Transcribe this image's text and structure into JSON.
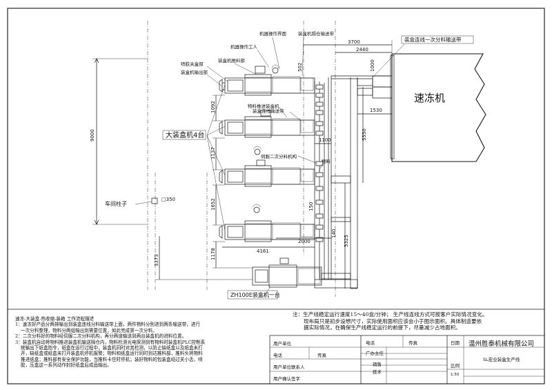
{
  "labels": {
    "machine_ui": "机器操作界面",
    "conveyor_top": "装盒机隔仓输送带",
    "operator": "机器操作工人",
    "pusher": "装盒机推料部",
    "glue": "喷胶关盒部",
    "outlet": "装盒机输出部",
    "material_push": "物料推进装盒机",
    "conveyor_line": "装盒连线输送带",
    "big_machine": "大装盒机4台",
    "servo_split": "伺服二次分料机构",
    "material": "物料",
    "column": "车间柱子",
    "small_machine": "ZH100E装盒机一台",
    "primary_split": "装盒连线一次分料输送带",
    "freezer": "速冻机"
  },
  "dims": {
    "d3700": "3700",
    "d2440": "2440",
    "d1000": "1000",
    "d502": "502",
    "d1530": "1530",
    "d5550": "5550",
    "d1100": "1100",
    "d9000": "9000",
    "d1092": "1092",
    "d1137": "1137",
    "d350": "□350",
    "d1652": "1652",
    "d150": "150",
    "d2000": "2000",
    "d140": "140",
    "d4161": "4161",
    "d5325": "5325",
    "d1178": "1178",
    "d3373": "3373"
  },
  "notes_left": {
    "title": "速冻-大装盒-热收缩-装箱 工作流程描述",
    "l1": "1：速冻好产品分两排输出到装盒连线分料输送带上面，两件物料分别进到两条输送带，进行",
    "l1b": "一次分料整理，物料分两组输出到需要位置，如此完成第一次分料。",
    "l2": "2：二次分料好的物料经伺服二次分料机构，再分两道输送到两台装盒机的进料位置。",
    "l3": "3：装盒机自动将物料推进装盒机输送隔仓内，物料检测光电探测到有物料时装盒机PLC控制系",
    "l3b": "统输出下纸盒指令，纸盒在运行过程中，装盒机同时对其检测，以防止缺纸盒以及纸盒未打",
    "l3c": "开，缺纸盒或纸盒未打开装盒机停机报警；物料和纸盒运行同时到达推料部，推料头将物料",
    "l3d": "推进纸盒；推料部有安全保护功能，当推料卡住时停机；装好物料的包装盒经过关小舌，喷",
    "l3e": "胶，压盒这一系列动作封好纸盒后成品输出。"
  },
  "notes_right": {
    "l1": "注：生产线稳定运行速度15～40盒/分钟；  生产线连线方式可按客户实际情况变化。",
    "l2": "现布局只是初步设想尺寸，实际使用面积应该会小于图示面积。具体制造要依",
    "l3": "据实际情况，在确保生产线稳定运行的前提下，尽量减少占地面积。"
  },
  "title_block": {
    "user_unit": "用户单位",
    "phone": "电话",
    "fax": "传真",
    "user_contact": "用户单位联系人",
    "user_sign": "用户确认签字",
    "phone2": "电话",
    "fax2": "传真",
    "factory_director": "广办主任",
    "sales": "销售",
    "tech": "技术",
    "date": "日期",
    "company": "温州胜泰机械有限公司",
    "drawing_name": "SL宏业装盒生产线",
    "scale_label": "比例",
    "scale_value": "1:50"
  }
}
